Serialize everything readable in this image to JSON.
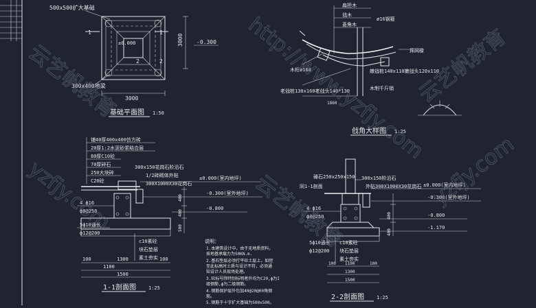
{
  "drawings": {
    "plan": {
      "title": "基础平面图",
      "scale": "1:50",
      "label_foundation": "500x500扩大基础",
      "label_beam": "300x400地梁",
      "elev": "±0.000",
      "elev_outside": "-0.300",
      "dim_width": "3000",
      "dim_height": "3000",
      "marks": [
        "1",
        "1",
        "2",
        "2"
      ]
    },
    "corner": {
      "title": "戗角大样图",
      "scale": "1:25",
      "labels": [
        "扁担木",
        "戗木",
        "菱角木",
        "ø16钢箍",
        "摔网椽",
        "木桁ø160",
        "嫩戗桩140x110嫩戗头120x110",
        "老戗桩130x160老戗头140*130",
        "木制千斤销",
        "1860"
      ]
    },
    "section1": {
      "title": "1-1剖面图",
      "scale": "1:25",
      "layers": [
        "铺40厚400x400仿方砖",
        "20厚1:2水泥砂浆结合层",
        "80厚C10砼",
        "70厚碎石",
        "250大块碎",
        "C20砼"
      ],
      "curb": "300x150花岗石阶沿石",
      "wall": "1/2砖砌体外贴",
      "granite": "300X1000X30花岗石",
      "elev_in": "±0.000(室内地坪)",
      "elev_out": "-0.300(室外地坪)",
      "elev_low": "-0.800",
      "rebar_a": "4 ф16",
      "rebar_b": "ф8@250",
      "rebar_c": "5ф10通长",
      "rebar_d": "ф12@200",
      "base_a": "c10素砼",
      "base_b": "块石垫层",
      "base_c": "素土夯实",
      "dims": [
        "100",
        "1300",
        "100",
        "1100",
        "1500",
        "400",
        "400",
        "500"
      ]
    },
    "section2": {
      "title": "2-2剖面图",
      "scale": "1:25",
      "plinth": "磉石250x250x150",
      "same": "同1-1剖面",
      "curb": "300x150阶沿石",
      "granite": "外贴300X1000X30花岗石",
      "elev_in": "±0.000(室内地坪)",
      "elev_out": "-0.300(室外地坪)",
      "elev_low": "-0.800",
      "elev_bottom": "-1.170",
      "rebar_a": "4 ф16",
      "rebar_b": "ф8@250",
      "rebar_c": "5ф10通长",
      "rebar_d": "ф12@200",
      "base_a": "c10素砼",
      "base_b": "块石垫层",
      "base_c": "素土夯实",
      "dims": [
        "100",
        "1100",
        "100",
        "1300",
        "1500",
        "400",
        "400"
      ]
    },
    "notes": {
      "title": "说明：",
      "lines": [
        "1.本建筑设计中，由于无地质资料，",
        "  按地基承载力为50KN.m.",
        "2.基石垫层必须打平砼土层上，如挖",
        "  至此标高时土质与设计不符，必须通",
        "  知设计人员现场处理。",
        "3.砼标号除特别标明者外均为C20,ф为I",
        "  级钢筋,ф为二级钢筋。",
        "4.钢筋保护层外包加40@20@00角钢",
        "  筋。",
        "5.钢筋于十字扩大基础为500x500。"
      ]
    }
  },
  "watermark": [
    "http://www.yzfjy.com",
    "云艺帆教育",
    "yzfjy.com"
  ]
}
